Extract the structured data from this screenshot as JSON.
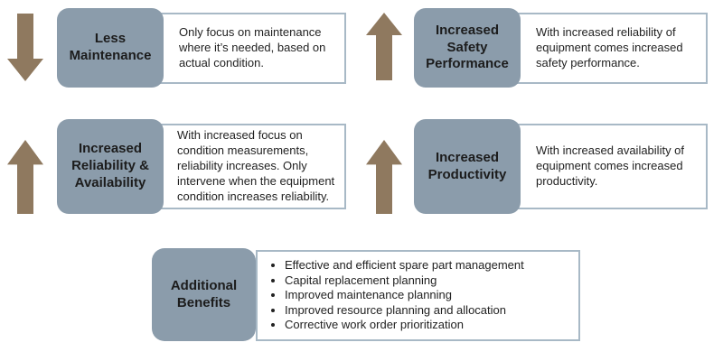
{
  "diagram": {
    "type": "benefits-infographic",
    "background": "#ffffff"
  },
  "colors": {
    "label_box": "#8b9cab",
    "arrow": "#8f795f",
    "description_border": "#a8b9c6",
    "text": "#222222"
  },
  "cards": [
    {
      "icon": "down-arrow-icon",
      "label": "Less Maintenance",
      "description": "Only focus on maintenance where it’s needed, based on actual condition."
    },
    {
      "icon": "up-arrow-icon",
      "label": "Increased Safety Performance",
      "description": "With increased reliability of equipment comes increased safety performance."
    },
    {
      "icon": "up-arrow-icon",
      "label": "Increased Reliability & Availability",
      "description": "With increased focus on condition measurements, reliability increases. Only intervene when the equipment condition increases reliability."
    },
    {
      "icon": "up-arrow-icon",
      "label": "Increased Productivity",
      "description": "With increased availability of equipment comes increased productivity."
    }
  ],
  "additional": {
    "label": "Additional Benefits",
    "bullets": [
      "Effective and efficient spare part management",
      "Capital replacement planning",
      "Improved maintenance planning",
      "Improved resource planning and allocation",
      "Corrective work order prioritization"
    ]
  }
}
